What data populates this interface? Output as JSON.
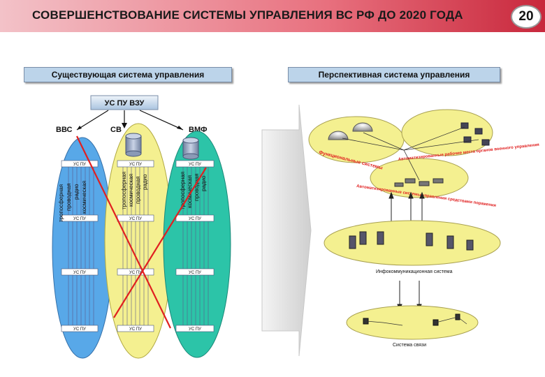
{
  "header": {
    "title": "СОВЕРШЕНСТВОВАНИЕ СИСТЕМЫ УПРАВЛЕНИЯ ВС РФ ДО 2020 ГОДА",
    "page_number": "20"
  },
  "left": {
    "section_title": "Существующая система управления",
    "top_node": "УС ПУ ВЗУ",
    "branches": [
      "ВВС",
      "СВ",
      "ВМФ"
    ],
    "node_label": "УС ПУ",
    "channels": [
      "тропосферная",
      "проводная",
      "радио",
      "космическая"
    ],
    "colors": {
      "vvs": "#58a8e8",
      "sv": "#f4f090",
      "vmf": "#2cc4a8",
      "cross": "#e02020"
    }
  },
  "right": {
    "section_title": "Перспективная система управления",
    "ring_top": "Функциональные системы",
    "ring_mid1": "Автоматизированные рабочие места органов военного управления",
    "ring_mid2": "Автоматизированные системы управления средствами поражения",
    "layer_infocomm": "Инфокоммуникационная система",
    "layer_comm": "Система связи"
  }
}
